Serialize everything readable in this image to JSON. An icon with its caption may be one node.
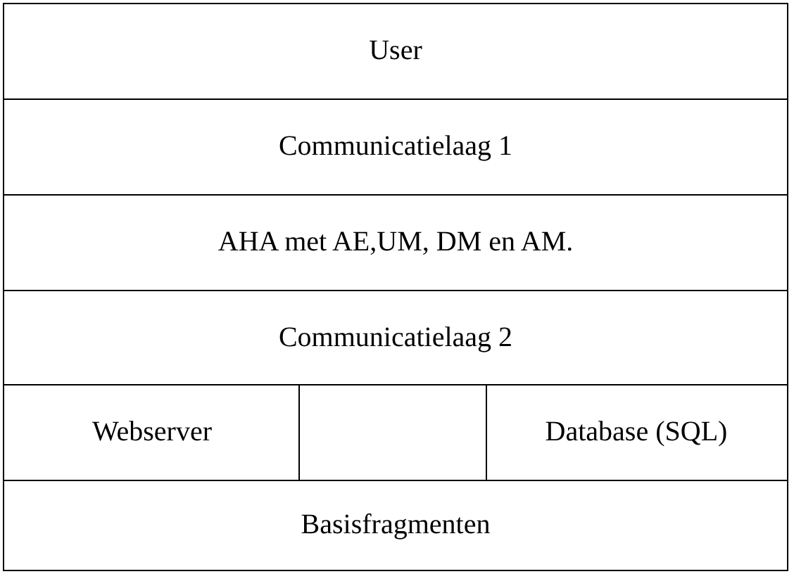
{
  "diagram": {
    "nodes": [
      {
        "text": [
          "User"
        ]
      },
      {
        "text": [
          "Communicatielaag 1"
        ]
      },
      {
        "text": [
          "AHA met AE,UM, DM en AM."
        ]
      },
      {
        "text": [
          "Communicatielaag 2"
        ]
      },
      {
        "text": [
          "Webserver"
        ]
      },
      {
        "text": [],
        "shape": "box"
      },
      {
        "text": [
          "Database (SQL)"
        ]
      },
      {
        "text": [
          "Basisfragmenten"
        ]
      }
    ]
  }
}
